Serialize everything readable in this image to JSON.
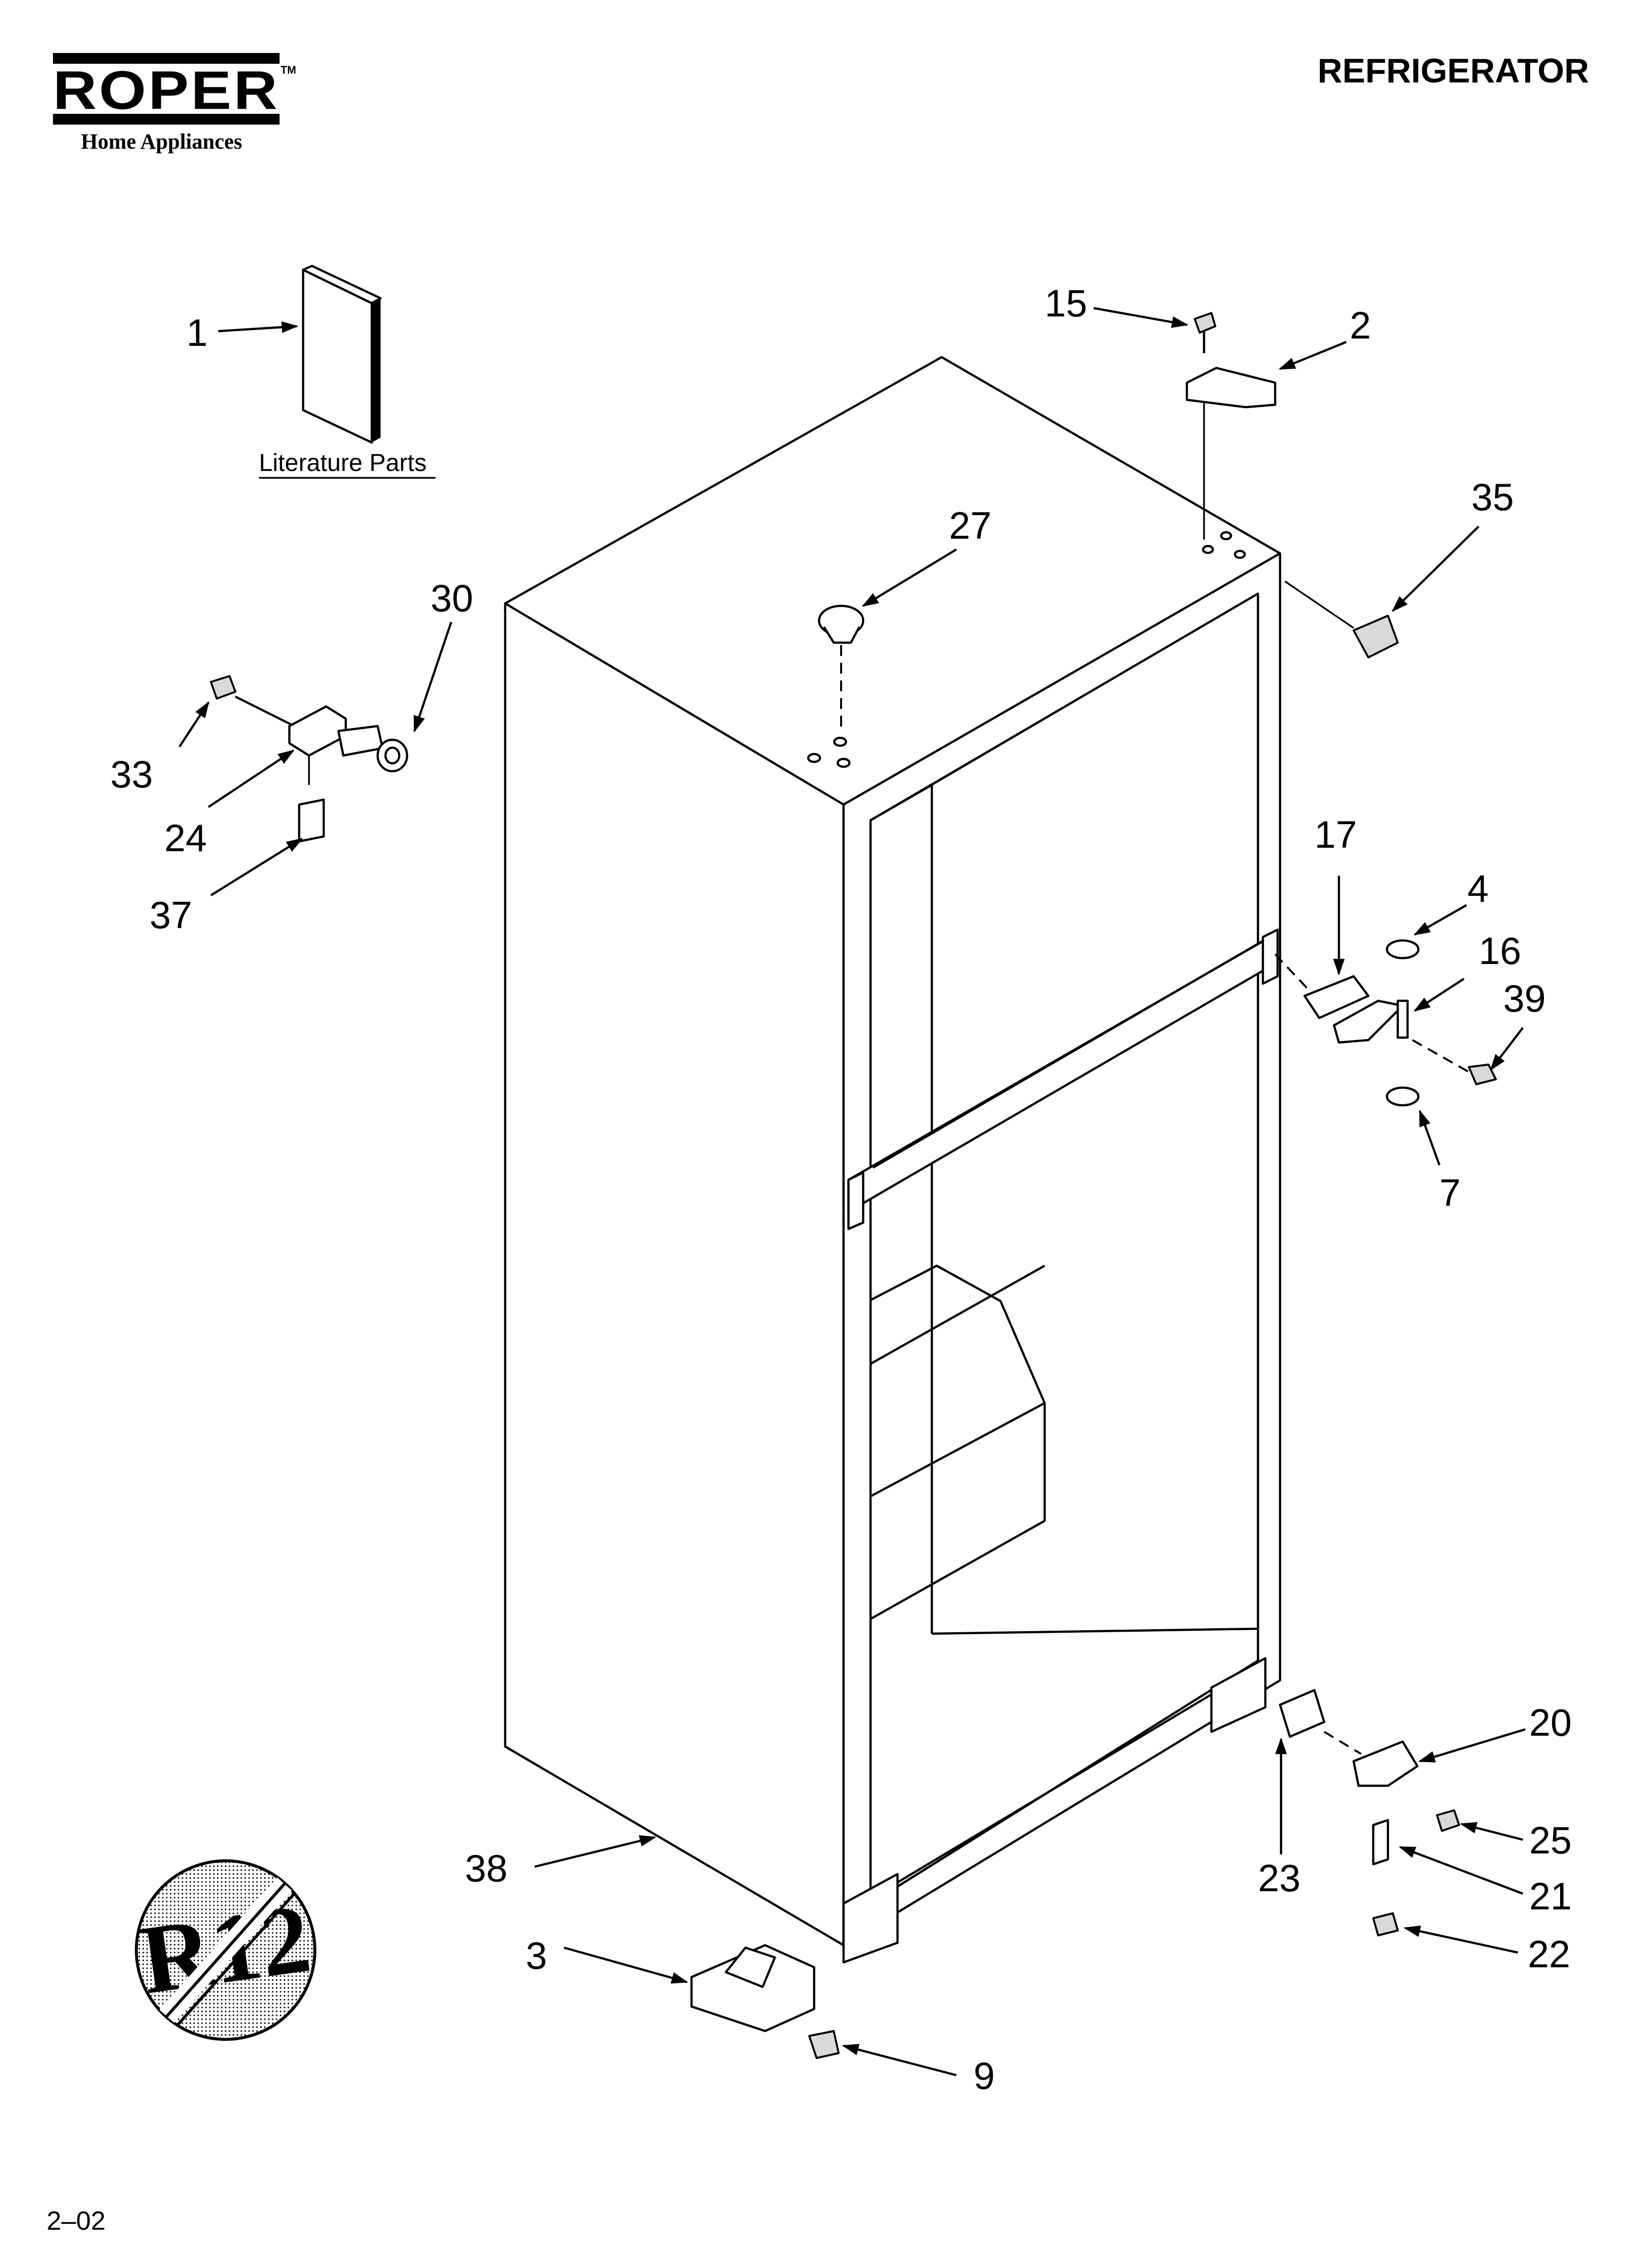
{
  "header": {
    "brand": "ROPER",
    "trademark": "TM",
    "brand_tagline": "Home Appliances",
    "title": "REFRIGERATOR"
  },
  "literature": {
    "label": "Literature Parts"
  },
  "badge": {
    "text": "R12"
  },
  "footer": {
    "code": "2–02"
  },
  "callouts": {
    "p1": "1",
    "p2": "2",
    "p3": "3",
    "p4": "4",
    "p7": "7",
    "p9": "9",
    "p15": "15",
    "p16": "16",
    "p17": "17",
    "p20": "20",
    "p21": "21",
    "p22": "22",
    "p23": "23",
    "p24": "24",
    "p25": "25",
    "p27": "27",
    "p30": "30",
    "p33": "33",
    "p35": "35",
    "p37": "37",
    "p38": "38",
    "p39": "39"
  }
}
